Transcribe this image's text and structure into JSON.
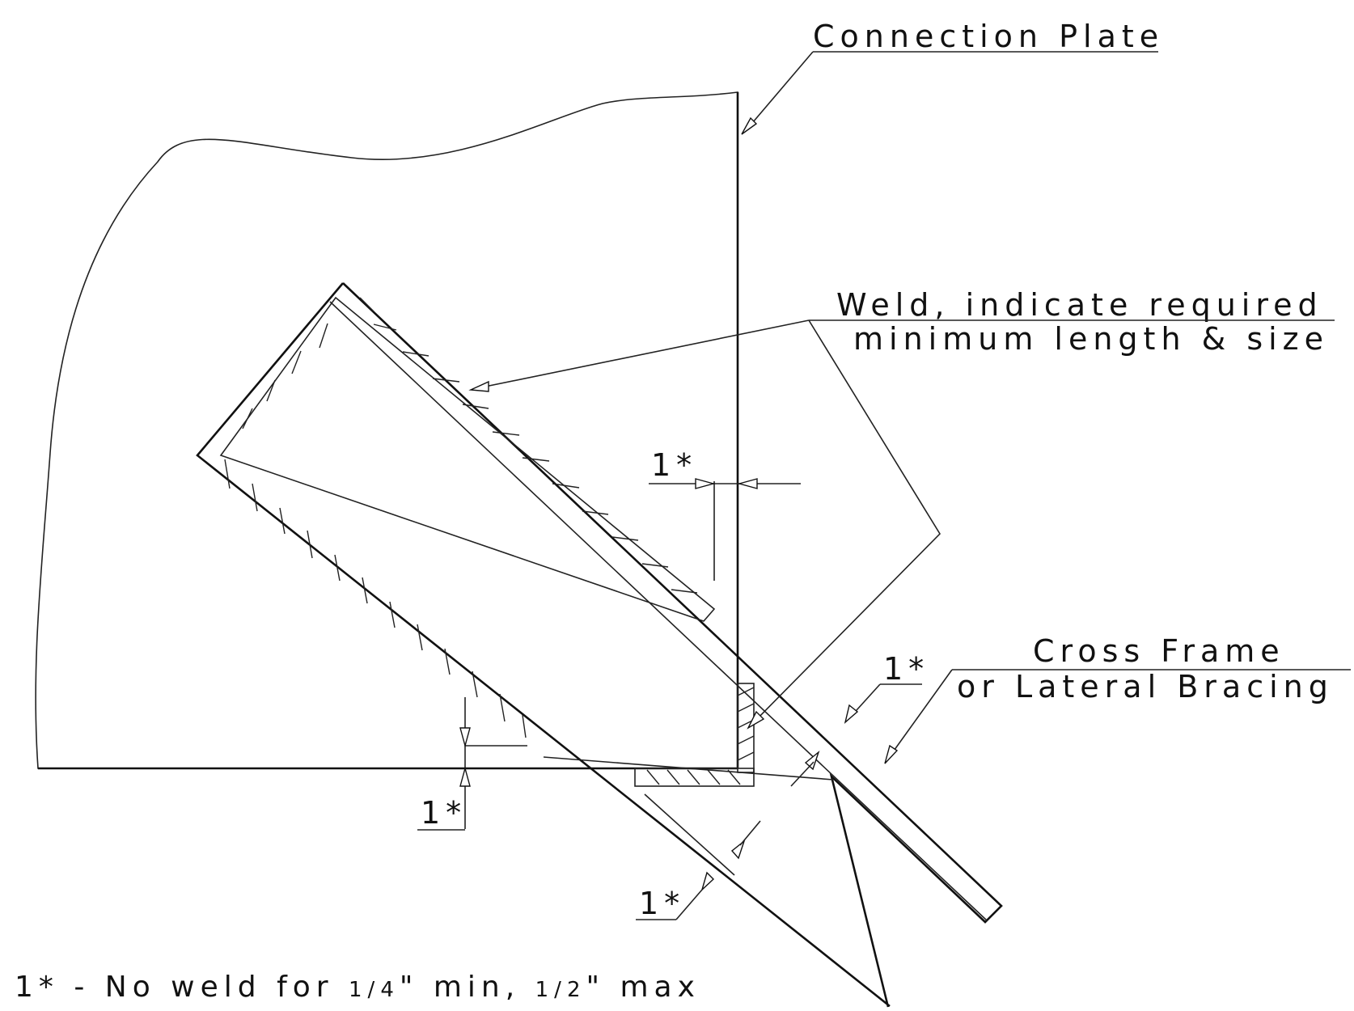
{
  "labels": {
    "connection_plate": "Connection Plate",
    "weld_line1": "Weld, indicate required",
    "weld_line2": "minimum length & size",
    "cross_frame_line1": "Cross Frame",
    "cross_frame_line2": "or Lateral Bracing",
    "gap_mark": "1*"
  },
  "footnote": {
    "mark": "1* - No weld for ",
    "quarter": "1/4",
    "mid": "\" min, ",
    "half": "1/2",
    "end": "\" max"
  },
  "colors": {
    "line": "#111111",
    "background": "#ffffff"
  }
}
